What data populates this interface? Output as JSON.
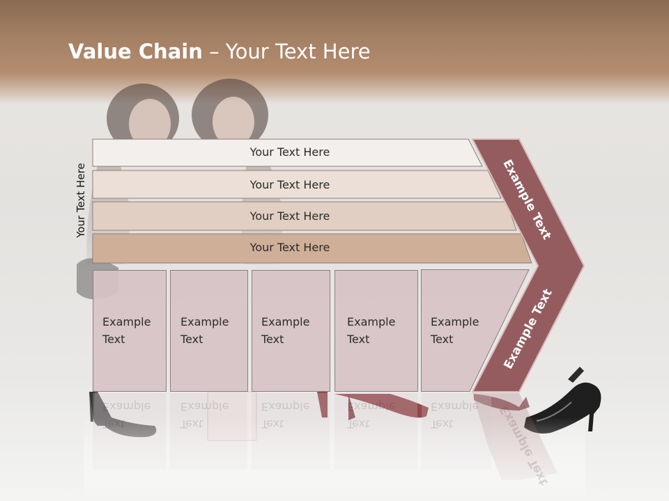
{
  "slide": {
    "title_bold": "Value Chain",
    "title_rest": " – Your Text Here",
    "side_label": "Your Text Here",
    "bars": [
      {
        "label": "Your Text Here",
        "fill": "#f3efec"
      },
      {
        "label": "Your Text Here",
        "fill": "#ecdfd7"
      },
      {
        "label": "Your Text Here",
        "fill": "#e2cfc3"
      },
      {
        "label": "Your Text Here",
        "fill": "#cfaf98"
      }
    ],
    "boxes": [
      {
        "line1": "Example",
        "line2": "Text"
      },
      {
        "line1": "Example",
        "line2": "Text"
      },
      {
        "line1": "Example",
        "line2": "Text"
      },
      {
        "line1": "Example",
        "line2": "Text"
      },
      {
        "line1": "Example",
        "line2": "Text"
      }
    ],
    "chevron": {
      "upper_label": "Example Text",
      "lower_label": "Example Text",
      "fill": "#945c5f",
      "stroke": "#d7b9b9"
    },
    "colors": {
      "header": "#a37f63",
      "box_fill": "#d6c3c6",
      "box_border": "#8c7f80"
    }
  }
}
